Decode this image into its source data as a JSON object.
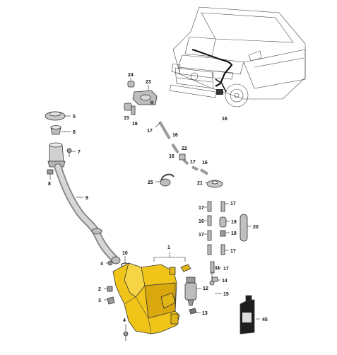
{
  "colors": {
    "tank": "#f0c419",
    "tank_shade": "#d9a80f",
    "part_gray": "#bfbfbf",
    "part_dark": "#555555",
    "line": "#222222",
    "van": "#ffffff"
  },
  "callouts": {
    "c1": "1",
    "c4a": "4",
    "c4b": "4",
    "c2": "2",
    "c3": "3",
    "c5": "5",
    "c6": "6",
    "c7": "7",
    "c8": "8",
    "c9": "9",
    "c10": "10",
    "c11": "11",
    "c12": "12",
    "c13": "13",
    "c14": "14",
    "c15a": "15",
    "c15b": "15",
    "c16a": "16",
    "c16b": "16",
    "c16c": "16",
    "c16d": "16",
    "c16e": "16",
    "c17a": "17",
    "c17b": "17",
    "c17c": "17",
    "c17d": "17",
    "c17e": "17",
    "c17f": "17",
    "c18": "18",
    "c19": "19",
    "c20": "20",
    "c21": "21",
    "c22": "22",
    "c23": "23",
    "c24": "24",
    "c25": "25",
    "c45": "45"
  }
}
